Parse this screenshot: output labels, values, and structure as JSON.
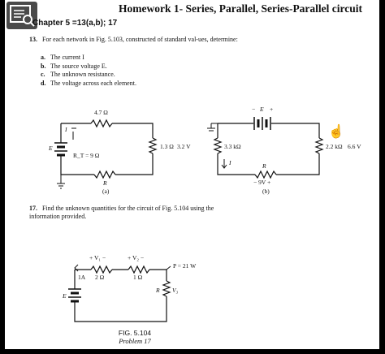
{
  "header": {
    "title": "Homework 1- Series, Parallel, Series-Parallel circuit",
    "chapter": "Chapter 5 =13(a,b); 17"
  },
  "problem13": {
    "number": "13.",
    "text": "For each network in Fig. 5.103, constructed of standard val-ues, determine:",
    "items": [
      {
        "letter": "a.",
        "text": "The current I"
      },
      {
        "letter": "b.",
        "text": "The source voltage E."
      },
      {
        "letter": "c.",
        "text": "The unknown resistance."
      },
      {
        "letter": "d.",
        "text": "The voltage across each element."
      }
    ]
  },
  "circuit_a": {
    "top_resistor": "4.7 Ω",
    "current": "I",
    "source": "E",
    "rt": "R_T = 9 Ω",
    "right_resistor": "1.3 Ω",
    "right_voltage": "3.2 V",
    "bottom_resistor": "R",
    "tag": "(a)"
  },
  "circuit_b": {
    "top_sign_minus": "−",
    "top_e": "E",
    "top_sign_plus": "+",
    "left_resistor": "3.3 kΩ",
    "current": "I",
    "bottom_resistor": "R",
    "bottom_voltage": "− 9V +",
    "right_resistor": "2.2 kΩ",
    "right_voltage": "6.6 V",
    "tag": "(b)"
  },
  "problem17": {
    "number": "17.",
    "text": "Find the unknown quantities for the circuit of Fig. 5.104 using the information provided."
  },
  "circuit_c": {
    "v1": "+ V₁ −",
    "v2": "+ V₂ −",
    "current": "1A",
    "r1": "2 Ω",
    "r2": "1 Ω",
    "power": "P = 21 W",
    "source": "E",
    "r3": "R",
    "v3": "V₃"
  },
  "figure": {
    "caption": "FIG. 5.104",
    "subcaption": "Problem 17"
  },
  "icons": [
    "screenshot-tool-icon",
    "hand-pointer-icon"
  ]
}
